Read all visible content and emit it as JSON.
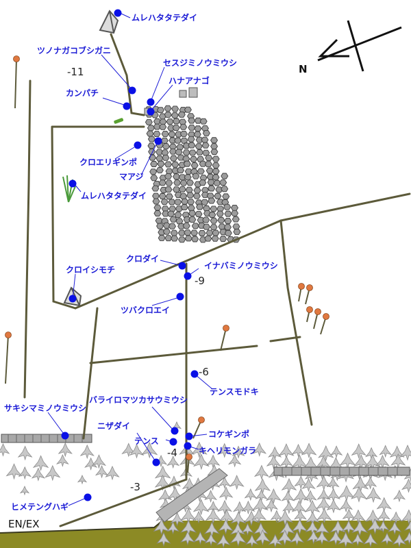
{
  "map": {
    "north_label": "N",
    "entry_label": "EN/EX",
    "colors": {
      "point": "#0a10e6",
      "label": "#1a1ad6",
      "rope": "#5c5a3a",
      "buoy": "#e07840",
      "block": "#c8c8c8",
      "block_edge": "#8a8a8a",
      "seabed": "#8c8a25"
    },
    "depths": [
      "-11",
      "-9",
      "-6",
      "-4",
      "-3"
    ],
    "points": [
      {
        "label": "ムレハタタテダイ"
      },
      {
        "label": "ツノナガコブシガニ"
      },
      {
        "label": "セスジミノウミウシ"
      },
      {
        "label": "ハナアナゴ"
      },
      {
        "label": "カンパチ"
      },
      {
        "label": "クロエリギンポ"
      },
      {
        "label": "マアジ"
      },
      {
        "label": "ムレハタタテダイ"
      },
      {
        "label": "クロダイ"
      },
      {
        "label": "イナバミノウミウシ"
      },
      {
        "label": "クロイシモチ"
      },
      {
        "label": "ツバクロエイ"
      },
      {
        "label": "テンスモドキ"
      },
      {
        "label": "バライロマツカサウミウシ"
      },
      {
        "label": "サキシマミノウミウシ"
      },
      {
        "label": "ニザダイ"
      },
      {
        "label": "テンス"
      },
      {
        "label": "コケギンポ"
      },
      {
        "label": "キヘリモンガラ"
      },
      {
        "label": "ヒメテングハギ"
      }
    ]
  }
}
